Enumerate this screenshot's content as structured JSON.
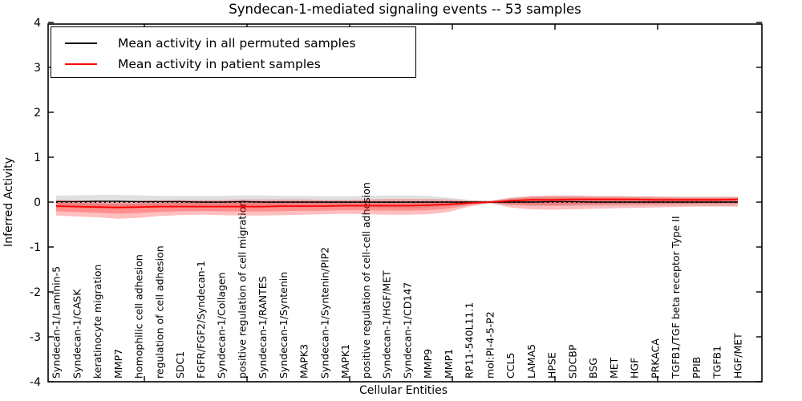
{
  "chart_data": {
    "type": "line",
    "title": "Syndecan-1-mediated signaling events -- 53 samples",
    "xlabel": "Cellular Entities",
    "ylabel": "Inferred Activity",
    "ylim": [
      -4,
      4
    ],
    "yticks": [
      4,
      3,
      2,
      1,
      0,
      -1,
      -2,
      -3,
      -4
    ],
    "grid": false,
    "legend_position": "upper left",
    "zero_reference_line": {
      "value": 0,
      "style": "dotted",
      "color": "#000000"
    },
    "categories": [
      "Syndecan-1/Laminin-5",
      "Syndecan-1/CASK",
      "keratinocyte migration",
      "MMP7",
      "homophilic cell adhesion",
      "regulation of cell adhesion",
      "SDC1",
      "FGFR/FGF2/Syndecan-1",
      "Syndecan-1/Collagen",
      "positive regulation of cell migration",
      "Syndecan-1/RANTES",
      "Syndecan-1/Syntenin",
      "MAPK3",
      "Syndecan-1/Syntenin/PIP2",
      "MAPK1",
      "positive regulation of cell-cell adhesion",
      "Syndecan-1/HGF/MET",
      "Syndecan-1/CD147",
      "MMP9",
      "MMP1",
      "RP11-540L11.1",
      "mol:PI-4-5-P2",
      "CCL5",
      "LAMA5",
      "HPSE",
      "SDCBP",
      "BSG",
      "MET",
      "HGF",
      "PRKACA",
      "TGFB1/TGF beta receptor Type II",
      "PPIB",
      "TGFB1",
      "HGF/MET"
    ],
    "series": [
      {
        "name": "Mean activity in all permuted samples",
        "color": "#000000",
        "style": "solid",
        "values": [
          0.01,
          0.01,
          0.02,
          0.02,
          0.01,
          0.01,
          0.01,
          0.0,
          0.0,
          0.01,
          0.0,
          0.0,
          0.0,
          0.0,
          0.0,
          0.0,
          0.0,
          0.0,
          0.0,
          0.0,
          0.0,
          0.0,
          0.0,
          0.0,
          0.01,
          0.01,
          0.0,
          0.0,
          0.0,
          0.0,
          0.0,
          0.0,
          0.0,
          0.0
        ]
      },
      {
        "name": "Mean activity in patient samples",
        "color": "#ff0000",
        "style": "solid",
        "values": [
          -0.09,
          -0.1,
          -0.11,
          -0.12,
          -0.11,
          -0.1,
          -0.1,
          -0.1,
          -0.1,
          -0.1,
          -0.1,
          -0.09,
          -0.09,
          -0.09,
          -0.08,
          -0.08,
          -0.08,
          -0.08,
          -0.07,
          -0.05,
          -0.02,
          0.0,
          0.03,
          0.05,
          0.05,
          0.06,
          0.06,
          0.06,
          0.06,
          0.05,
          0.05,
          0.05,
          0.05,
          0.06
        ]
      }
    ],
    "bands": [
      {
        "series": "Mean activity in all permuted samples",
        "color": "#000000",
        "opacity": 0.12,
        "upper": [
          0.15,
          0.15,
          0.16,
          0.16,
          0.15,
          0.14,
          0.14,
          0.14,
          0.14,
          0.15,
          0.15,
          0.14,
          0.14,
          0.13,
          0.13,
          0.14,
          0.15,
          0.15,
          0.14,
          0.1,
          0.05,
          0.04,
          0.09,
          0.12,
          0.13,
          0.13,
          0.12,
          0.12,
          0.12,
          0.11,
          0.11,
          0.11,
          0.11,
          0.11
        ],
        "lower": [
          -0.13,
          -0.13,
          -0.14,
          -0.14,
          -0.13,
          -0.12,
          -0.12,
          -0.12,
          -0.12,
          -0.13,
          -0.13,
          -0.12,
          -0.12,
          -0.11,
          -0.11,
          -0.12,
          -0.13,
          -0.13,
          -0.12,
          -0.09,
          -0.05,
          -0.04,
          -0.07,
          -0.09,
          -0.09,
          -0.09,
          -0.08,
          -0.08,
          -0.08,
          -0.08,
          -0.08,
          -0.08,
          -0.08,
          -0.08
        ]
      },
      {
        "series": "Mean activity in patient samples",
        "color": "#ff0000",
        "opacity": 0.25,
        "upper": [
          0.05,
          0.04,
          0.03,
          0.02,
          0.03,
          0.04,
          0.05,
          0.05,
          0.05,
          0.06,
          0.06,
          0.06,
          0.06,
          0.05,
          0.05,
          0.06,
          0.07,
          0.07,
          0.07,
          0.06,
          0.03,
          0.02,
          0.1,
          0.14,
          0.15,
          0.15,
          0.14,
          0.14,
          0.13,
          0.13,
          0.12,
          0.12,
          0.12,
          0.12
        ],
        "lower": [
          -0.3,
          -0.32,
          -0.34,
          -0.37,
          -0.35,
          -0.31,
          -0.29,
          -0.28,
          -0.29,
          -0.3,
          -0.3,
          -0.29,
          -0.28,
          -0.27,
          -0.26,
          -0.27,
          -0.28,
          -0.28,
          -0.27,
          -0.22,
          -0.1,
          -0.02,
          -0.12,
          -0.16,
          -0.17,
          -0.16,
          -0.15,
          -0.14,
          -0.13,
          -0.12,
          -0.11,
          -0.1,
          -0.1,
          -0.1
        ]
      }
    ]
  }
}
